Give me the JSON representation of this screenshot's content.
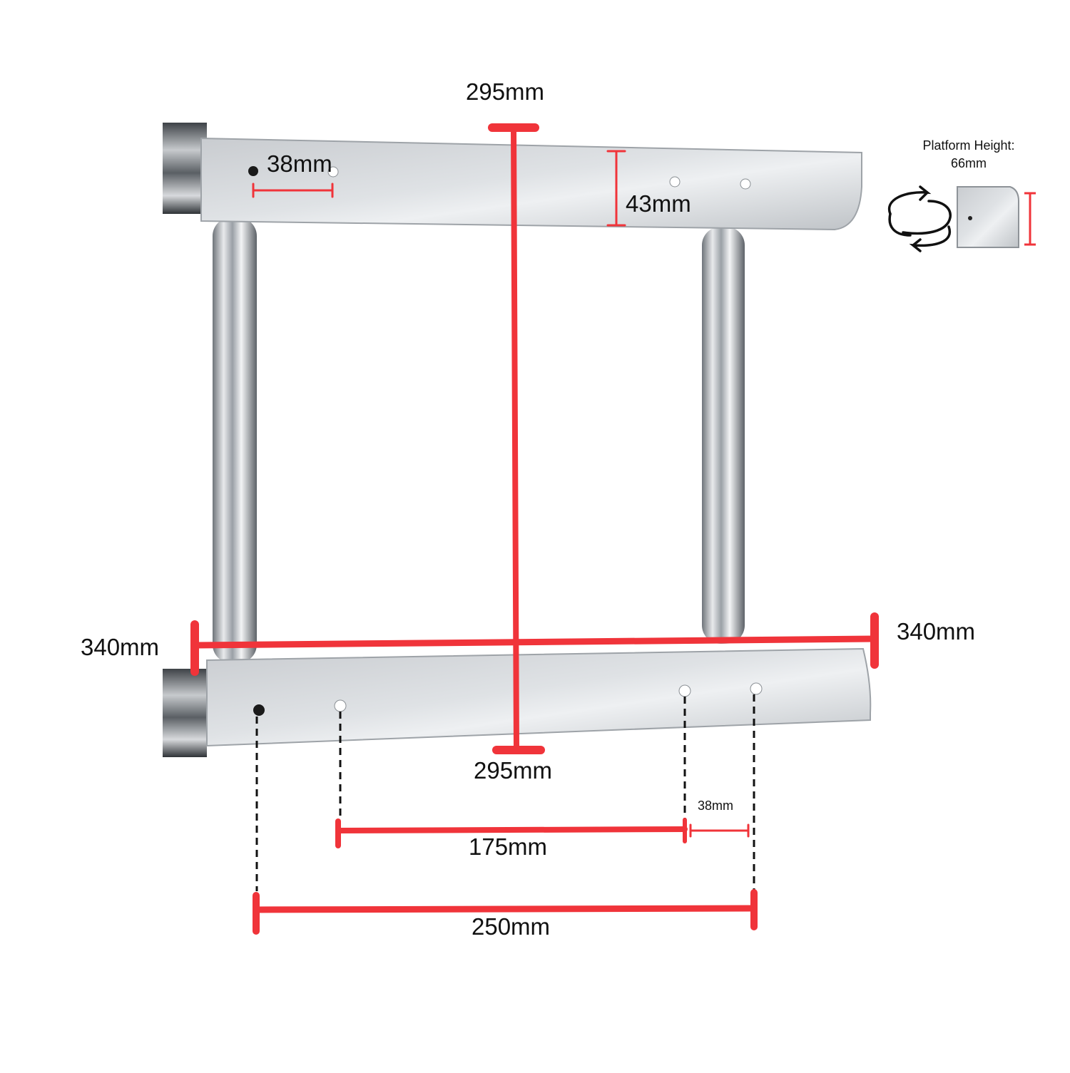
{
  "dimensions": {
    "top_overall_height": "295mm",
    "bottom_overall_height": "295mm",
    "left_width": "340mm",
    "right_width": "340mm",
    "step_depth": "43mm",
    "top_hole_spacing": "38mm",
    "inner_hole_spacing": "175mm",
    "right_hole_spacing": "38mm",
    "outer_hole_spacing": "250mm"
  },
  "inset": {
    "platform_label": "Platform Height:",
    "platform_value": "66mm",
    "rotate_icon": "rotate-arrows-icon"
  },
  "colors": {
    "dimension_line": "#f0343a",
    "metal": "#d2d5d8",
    "text": "#111111"
  }
}
